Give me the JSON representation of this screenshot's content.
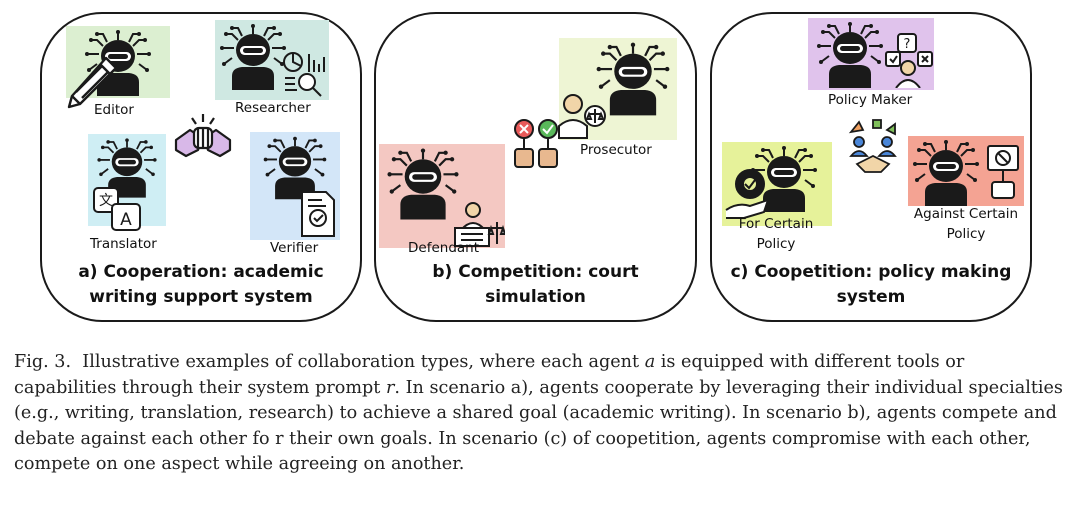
{
  "colors": {
    "editor_bg": "#dcefd1",
    "researcher_bg": "#cfe8e2",
    "translator_bg": "#cfeef4",
    "verifier_bg": "#d3e6f8",
    "prosecutor_bg": "#eef5d4",
    "defendant_bg": "#f4c8c2",
    "policy_maker_bg": "#e0c3ec",
    "for_policy_bg": "#e6f29a",
    "against_policy_bg": "#f4a393",
    "robot": "#1a1a1a",
    "handshake": "#d8b8e8",
    "check_green": "#59b85a",
    "cross_red": "#e85a5a"
  },
  "icons": {
    "robot": "robot-agent-icon",
    "editor": "pencil-icon",
    "researcher": "chart-magnifier-icon",
    "translator": "translate-icon",
    "verifier": "certificate-icon",
    "cooperation": "fist-bump-icon",
    "competition": "vote-paddles-icon",
    "prosecutor": "lawyer-scales-icon",
    "defendant": "judge-desk-icon",
    "policy_maker": "question-person-icon",
    "coopetition": "negotiation-icon",
    "for_policy": "gear-hand-icon",
    "against_policy": "protest-sign-icon"
  },
  "panels": {
    "a": {
      "title_line1": "a) Cooperation: academic",
      "title_line2": "writing support system",
      "agents": {
        "editor": "Editor",
        "researcher": "Researcher",
        "translator": "Translator",
        "verifier": "Verifier"
      }
    },
    "b": {
      "title_line1": "b) Competition: court",
      "title_line2": "simulation",
      "agents": {
        "prosecutor": "Prosecutor",
        "defendant": "Defendant"
      }
    },
    "c": {
      "title_line1": "c) Coopetition: policy making",
      "title_line2": "system",
      "agents": {
        "policy_maker": "Policy Maker",
        "for_policy": "For Certain Policy",
        "against_policy": "Against Certain Policy"
      }
    }
  },
  "caption": {
    "label": "Fig. 3.",
    "part1": "Illustrative examples of collaboration types, where each agent",
    "var_a": "a",
    "part2": "is equipped with different tools or capabilities through their system prompt",
    "var_r": "r",
    "part3": ". In scenario a), agents cooperate by leveraging their individual specialties (e.g., writing, translation, research) to achieve a shared goal (academic writing). In scenario b), agents compete and debate against each other fo r their own goals. In scenario (c) of coopetition, agents compromise with each other, compete on one aspect while agreeing on another."
  }
}
